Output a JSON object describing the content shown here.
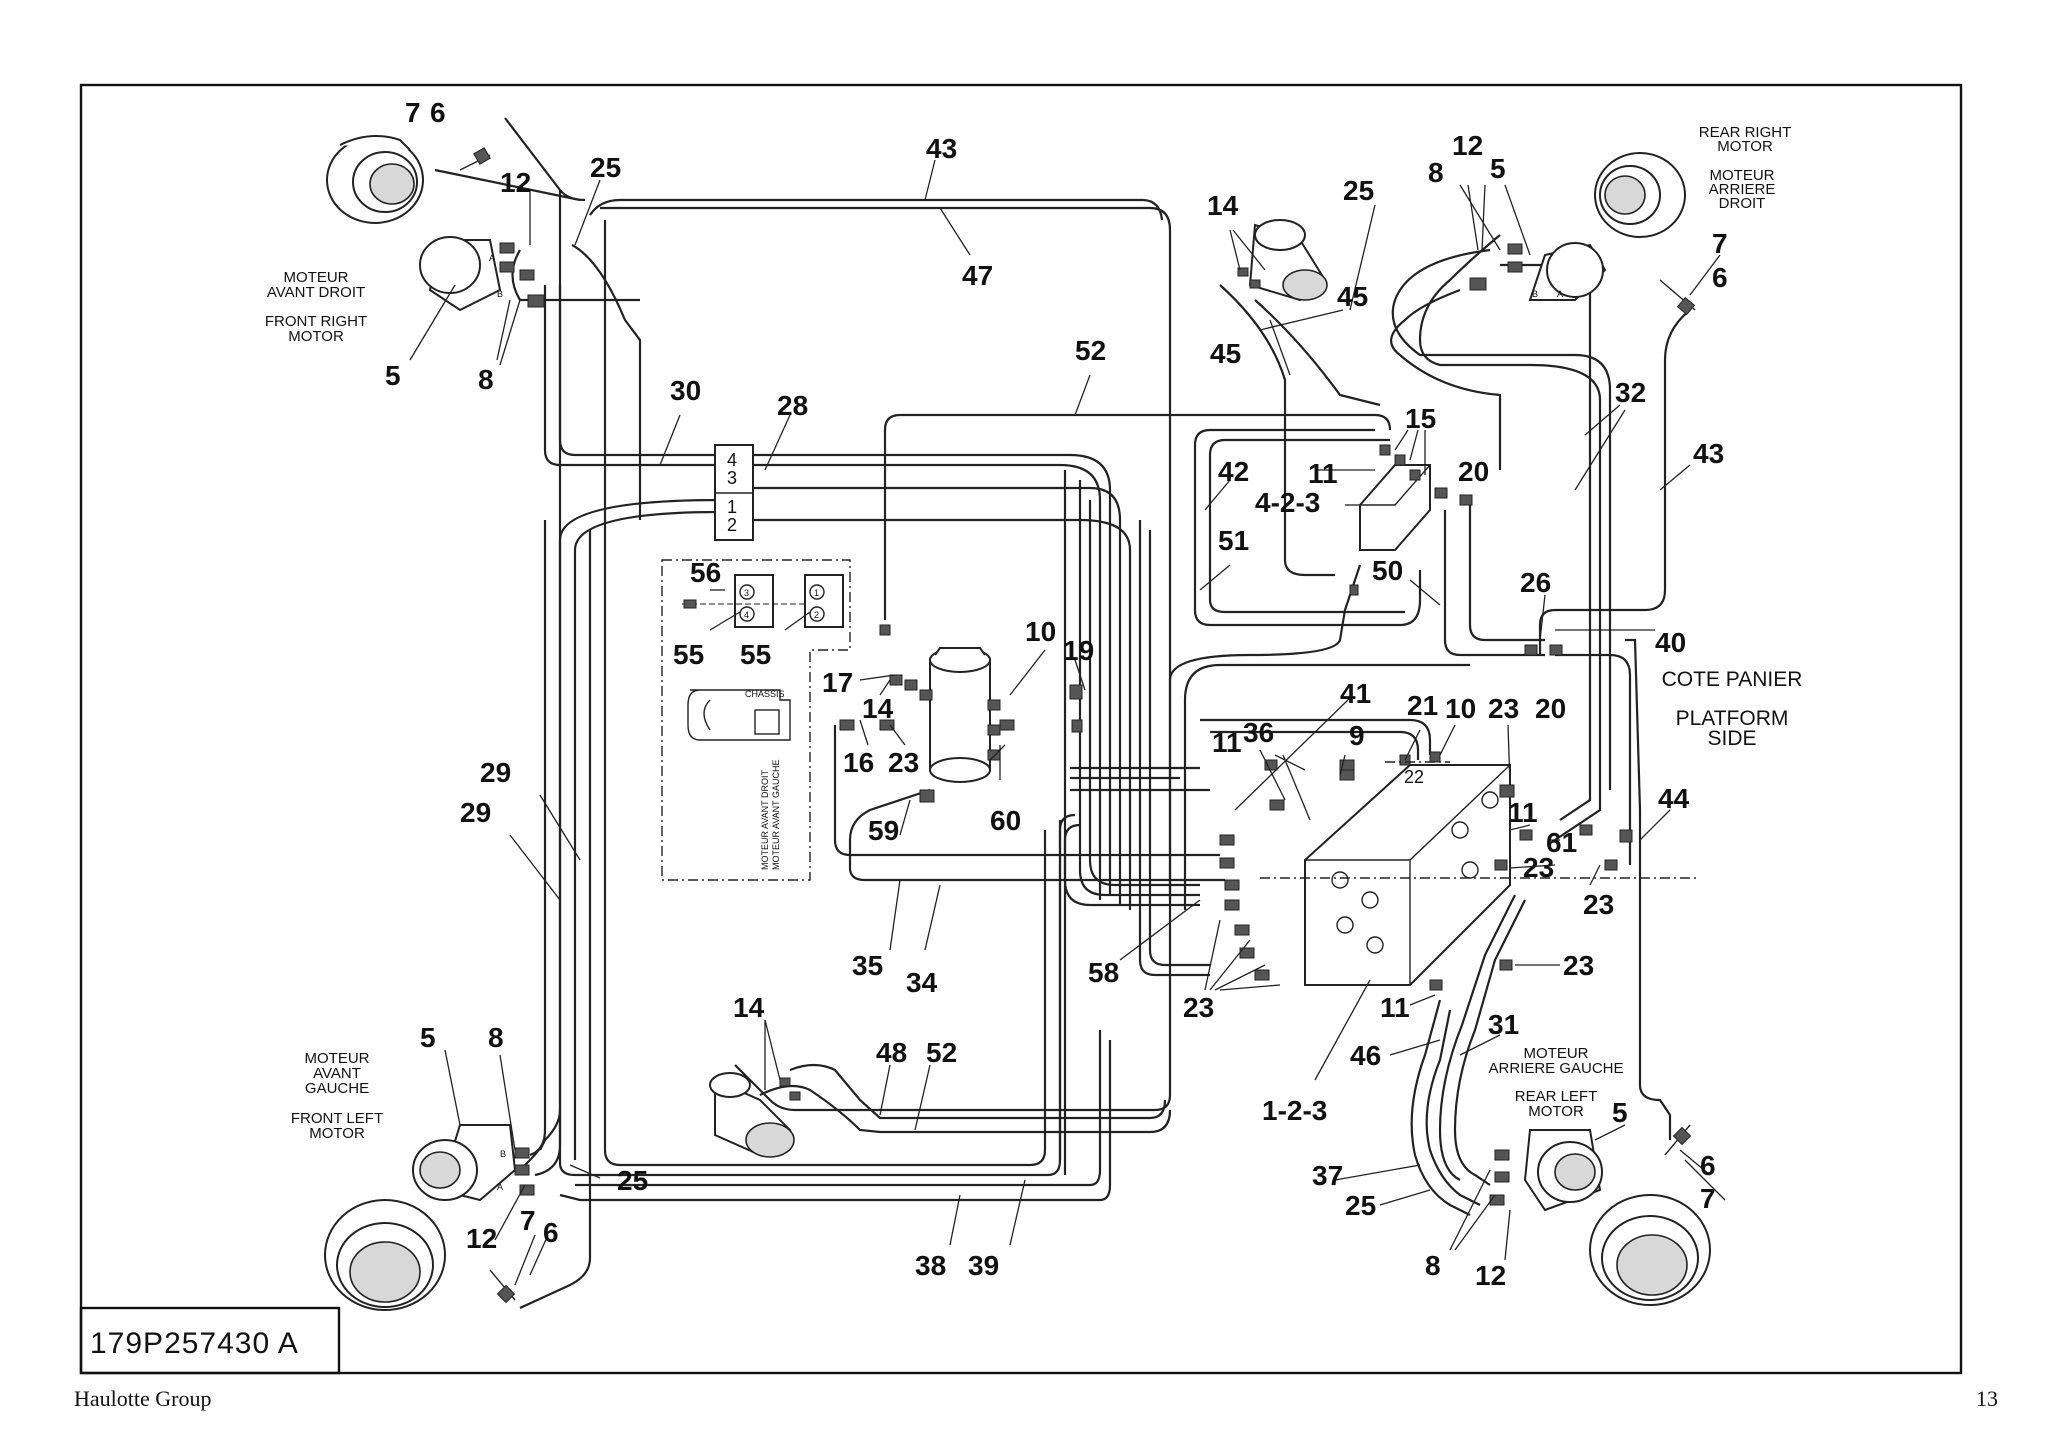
{
  "document": {
    "drawing_number": "179P257430 A",
    "footer_left": "Haulotte Group",
    "footer_right": "13"
  },
  "motors": {
    "front_right": {
      "fr": "MOTEUR\nAVANT DROIT",
      "en": "FRONT RIGHT\nMOTOR"
    },
    "rear_right": {
      "en": "REAR RIGHT\nMOTOR",
      "fr": "MOTEUR\nARRIERE\nDROIT"
    },
    "front_left": {
      "fr": "MOTEUR\nAVANT\nGAUCHE",
      "en": "FRONT LEFT\nMOTOR"
    },
    "rear_left": {
      "fr": "MOTEUR\nARRIERE GAUCHE",
      "en": "REAR LEFT\nMOTOR"
    }
  },
  "platform_side": {
    "fr": "COTE PANIER",
    "en": "PLATFORM\nSIDE"
  },
  "connector_block": {
    "top": "4\n3",
    "bottom": "1\n2"
  },
  "chassis_inset": {
    "title": "CHASSIS",
    "line1": "MOTEUR AVANT DROIT",
    "line2": "MOTEUR AVANT GAUCHE",
    "box_left": [
      "3",
      "4"
    ],
    "box_right": [
      "1",
      "2"
    ]
  },
  "port_labels": [
    "A",
    "B"
  ],
  "manifold_port": "22",
  "callouts": [
    {
      "id": "c01",
      "text": "7"
    },
    {
      "id": "c02",
      "text": "6"
    },
    {
      "id": "c03",
      "text": "12"
    },
    {
      "id": "c04",
      "text": "25"
    },
    {
      "id": "c05",
      "text": "43"
    },
    {
      "id": "c06",
      "text": "47"
    },
    {
      "id": "c07",
      "text": "5"
    },
    {
      "id": "c08",
      "text": "8"
    },
    {
      "id": "c09",
      "text": "30"
    },
    {
      "id": "c10",
      "text": "28"
    },
    {
      "id": "c11",
      "text": "52"
    },
    {
      "id": "c12",
      "text": "14"
    },
    {
      "id": "c13",
      "text": "25"
    },
    {
      "id": "c14",
      "text": "45"
    },
    {
      "id": "c15",
      "text": "45"
    },
    {
      "id": "c16",
      "text": "12"
    },
    {
      "id": "c17",
      "text": "8"
    },
    {
      "id": "c18",
      "text": "5"
    },
    {
      "id": "c19",
      "text": "7"
    },
    {
      "id": "c20",
      "text": "6"
    },
    {
      "id": "c21",
      "text": "32"
    },
    {
      "id": "c22",
      "text": "43"
    },
    {
      "id": "c23",
      "text": "15"
    },
    {
      "id": "c24",
      "text": "42"
    },
    {
      "id": "c25",
      "text": "11"
    },
    {
      "id": "c26",
      "text": "20"
    },
    {
      "id": "c27",
      "text": "4-2-3"
    },
    {
      "id": "c28",
      "text": "51"
    },
    {
      "id": "c29",
      "text": "50"
    },
    {
      "id": "c30",
      "text": "26"
    },
    {
      "id": "c31",
      "text": "40"
    },
    {
      "id": "c32",
      "text": "56"
    },
    {
      "id": "c33",
      "text": "55"
    },
    {
      "id": "c34",
      "text": "55"
    },
    {
      "id": "c35",
      "text": "10"
    },
    {
      "id": "c36",
      "text": "19"
    },
    {
      "id": "c37",
      "text": "17"
    },
    {
      "id": "c38",
      "text": "14"
    },
    {
      "id": "c39",
      "text": "16"
    },
    {
      "id": "c40",
      "text": "23"
    },
    {
      "id": "c41",
      "text": "41"
    },
    {
      "id": "c42",
      "text": "21"
    },
    {
      "id": "c43",
      "text": "10"
    },
    {
      "id": "c44",
      "text": "23"
    },
    {
      "id": "c45",
      "text": "20"
    },
    {
      "id": "c46",
      "text": "11"
    },
    {
      "id": "c47",
      "text": "36"
    },
    {
      "id": "c48",
      "text": "9"
    },
    {
      "id": "c49",
      "text": "29"
    },
    {
      "id": "c50",
      "text": "29"
    },
    {
      "id": "c51",
      "text": "59"
    },
    {
      "id": "c52",
      "text": "60"
    },
    {
      "id": "c53",
      "text": "11"
    },
    {
      "id": "c54",
      "text": "61"
    },
    {
      "id": "c55",
      "text": "44"
    },
    {
      "id": "c56",
      "text": "23"
    },
    {
      "id": "c57",
      "text": "23"
    },
    {
      "id": "c58",
      "text": "35"
    },
    {
      "id": "c59",
      "text": "34"
    },
    {
      "id": "c60",
      "text": "58"
    },
    {
      "id": "c61",
      "text": "23"
    },
    {
      "id": "c62",
      "text": "23"
    },
    {
      "id": "c63",
      "text": "11"
    },
    {
      "id": "c64",
      "text": "31"
    },
    {
      "id": "c65",
      "text": "14"
    },
    {
      "id": "c66",
      "text": "48"
    },
    {
      "id": "c67",
      "text": "52"
    },
    {
      "id": "c68",
      "text": "46"
    },
    {
      "id": "c69",
      "text": "5"
    },
    {
      "id": "c70",
      "text": "8"
    },
    {
      "id": "c71",
      "text": "1-2-3"
    },
    {
      "id": "c72",
      "text": "5"
    },
    {
      "id": "c73",
      "text": "25"
    },
    {
      "id": "c74",
      "text": "37"
    },
    {
      "id": "c75",
      "text": "6"
    },
    {
      "id": "c76",
      "text": "12"
    },
    {
      "id": "c77",
      "text": "7"
    },
    {
      "id": "c78",
      "text": "6"
    },
    {
      "id": "c79",
      "text": "25"
    },
    {
      "id": "c80",
      "text": "7"
    },
    {
      "id": "c81",
      "text": "38"
    },
    {
      "id": "c82",
      "text": "39"
    },
    {
      "id": "c83",
      "text": "8"
    },
    {
      "id": "c84",
      "text": "12"
    }
  ]
}
